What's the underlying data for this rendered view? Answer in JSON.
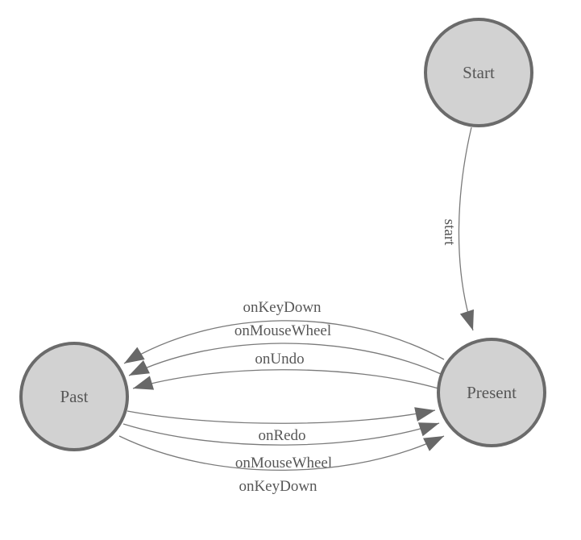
{
  "diagram": {
    "type": "state-machine",
    "background_color": "#ffffff",
    "colors": {
      "node_fill": "#d2d2d2",
      "node_border": "#6b6b6b",
      "edge_line": "#7a7a7a",
      "arrowhead": "#686868",
      "text": "#575757"
    },
    "nodes": [
      {
        "id": "start",
        "label": "Start"
      },
      {
        "id": "past",
        "label": "Past"
      },
      {
        "id": "present",
        "label": "Present"
      }
    ],
    "edges": [
      {
        "id": "start-to-present",
        "from": "Start",
        "to": "Present",
        "label": "start"
      },
      {
        "id": "present-to-past-onkeydown",
        "from": "Present",
        "to": "Past",
        "label": "onKeyDown"
      },
      {
        "id": "present-to-past-onmousewheel",
        "from": "Present",
        "to": "Past",
        "label": "onMouseWheel"
      },
      {
        "id": "present-to-past-onundo",
        "from": "Present",
        "to": "Past",
        "label": "onUndo"
      },
      {
        "id": "past-to-present-onredo",
        "from": "Past",
        "to": "Present",
        "label": "onRedo"
      },
      {
        "id": "past-to-present-onmousewheel",
        "from": "Past",
        "to": "Present",
        "label": "onMouseWheel"
      },
      {
        "id": "past-to-present-onkeydown",
        "from": "Past",
        "to": "Present",
        "label": "onKeyDown"
      }
    ]
  }
}
